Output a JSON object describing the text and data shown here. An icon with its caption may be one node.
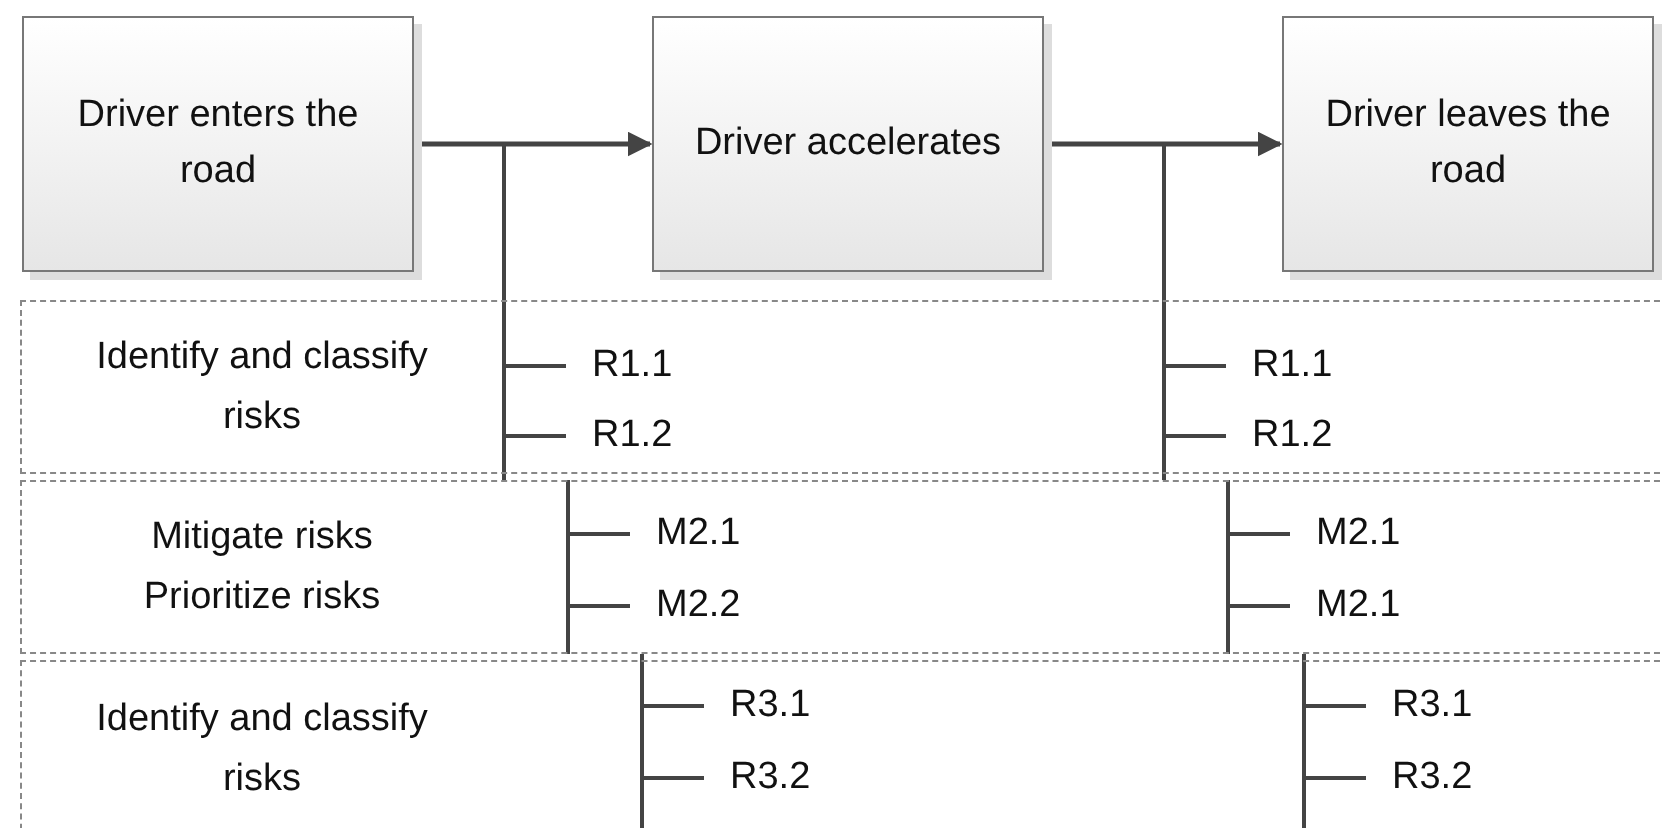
{
  "diagram": {
    "nodes": [
      {
        "text": [
          "Driver enters the road"
        ]
      },
      {
        "text": [
          "Driver accelerates"
        ]
      },
      {
        "text": [
          "Driver leaves the road"
        ]
      },
      {
        "text": [
          "Identify and classify risks"
        ]
      },
      {
        "text": [
          "Mitigate risks",
          "Prioritize risks"
        ]
      },
      {
        "text": [
          "Identify and classify risks"
        ]
      }
    ],
    "edges": [
      {
        "from": 0,
        "to": 1,
        "arrow": "to"
      },
      {
        "from": 1,
        "to": 2,
        "arrow": "to"
      }
    ],
    "labels": [
      "R1.1",
      "R1.1",
      "R1.2",
      "R1.2",
      "M2.1",
      "M2.1",
      "M2.2",
      "M2.1",
      "R3.1",
      "R3.1",
      "R3.2",
      "R3.2"
    ]
  }
}
